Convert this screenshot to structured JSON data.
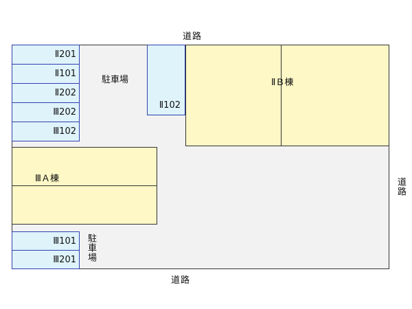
{
  "roads": {
    "top": "道路",
    "right": "道路",
    "bottom": "道路"
  },
  "parking": {
    "upper": "駐車場",
    "lower": "駐車場"
  },
  "buildings": {
    "a": "ⅢＡ棟",
    "b": "ⅡＢ棟"
  },
  "spaces": {
    "left_upper": [
      "Ⅱ201",
      "Ⅱ101",
      "Ⅱ202",
      "Ⅲ202",
      "Ⅲ102"
    ],
    "top_middle": "Ⅱ102",
    "left_lower": [
      "Ⅲ101",
      "Ⅲ201"
    ]
  },
  "colors": {
    "parking_space_fill": "#dff3fb",
    "parking_space_border": "#2d3fae",
    "building_fill": "#fdf8c6",
    "site_fill": "#f2f2f2"
  }
}
